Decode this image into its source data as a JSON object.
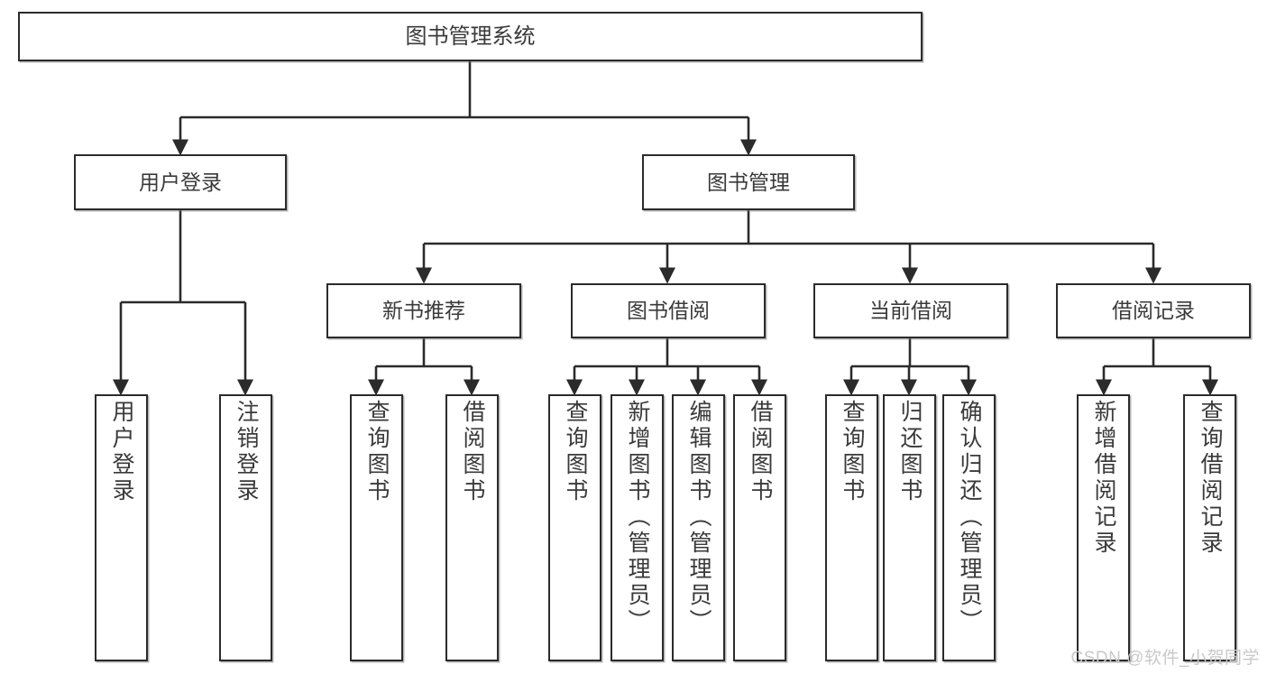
{
  "diagram": {
    "title": "图书管理系统",
    "type": "tree-hierarchy",
    "watermark": "CSDN @软件_小贺同学",
    "colors": {
      "box_border": "#2b2b2b",
      "box_fill": "#ffffff",
      "text": "#3a3a3a",
      "edge": "#2b2b2b",
      "watermark": "#c9c9c9",
      "background": "#ffffff"
    },
    "nodes": {
      "root": {
        "label": "图书管理系统"
      },
      "level1": [
        {
          "id": "user-login",
          "label": "用户登录"
        },
        {
          "id": "book-management",
          "label": "图书管理"
        }
      ],
      "level2": [
        {
          "id": "new-book-recommend",
          "label": "新书推荐"
        },
        {
          "id": "book-borrow",
          "label": "图书借阅"
        },
        {
          "id": "current-borrow",
          "label": "当前借阅"
        },
        {
          "id": "borrow-record",
          "label": "借阅记录"
        }
      ],
      "leaves": {
        "user_login": [
          {
            "id": "leaf-user-login",
            "label": "用户登录"
          },
          {
            "id": "leaf-logout-login",
            "label": "注销登录"
          }
        ],
        "new_book_recommend": [
          {
            "id": "leaf-query-book-1",
            "label": "查询图书"
          },
          {
            "id": "leaf-borrow-book-1",
            "label": "借阅图书"
          }
        ],
        "book_borrow": [
          {
            "id": "leaf-query-book-2",
            "label": "查询图书"
          },
          {
            "id": "leaf-add-book-admin",
            "label": "新增图书（管理员）"
          },
          {
            "id": "leaf-edit-book-admin",
            "label": "编辑图书（管理员）"
          },
          {
            "id": "leaf-borrow-book-2",
            "label": "借阅图书"
          }
        ],
        "current_borrow": [
          {
            "id": "leaf-query-book-3",
            "label": "查询图书"
          },
          {
            "id": "leaf-return-book",
            "label": "归还图书"
          },
          {
            "id": "leaf-confirm-return-admin",
            "label": "确认归还（管理员）"
          }
        ],
        "borrow_record": [
          {
            "id": "leaf-add-borrow-record",
            "label": "新增借阅记录"
          },
          {
            "id": "leaf-query-borrow-record",
            "label": "查询借阅记录"
          }
        ]
      }
    }
  }
}
